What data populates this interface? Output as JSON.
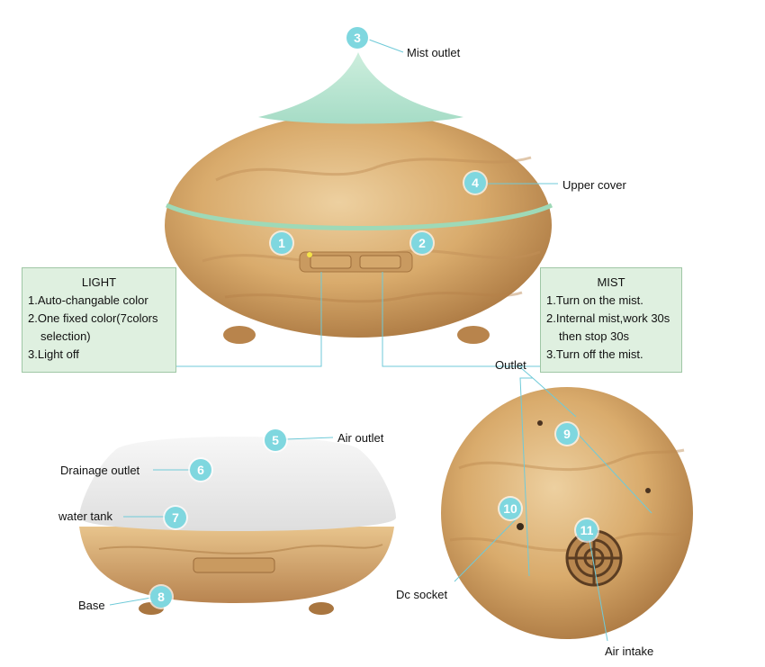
{
  "colors": {
    "callout_badge": "#7fd7df",
    "callout_line": "#6fcad8",
    "panel_fill": "#dff0e0",
    "wood_light": "#e2bc85",
    "wood_dark": "#b9874f"
  },
  "callouts": {
    "n1": "1",
    "n2": "2",
    "n3": "3",
    "n4": "4",
    "n5": "5",
    "n6": "6",
    "n7": "7",
    "n8": "8",
    "n9": "9",
    "n10": "10",
    "n11": "11"
  },
  "labels": {
    "mist_outlet": "Mist outlet",
    "upper_cover": "Upper cover",
    "outlet": "Outlet",
    "air_outlet": "Air outlet",
    "drainage_outlet": "Drainage outlet",
    "water_tank": "water tank",
    "base": "Base",
    "dc_socket": "Dc socket",
    "air_intake": "Air intake"
  },
  "light_panel": {
    "title": "LIGHT",
    "line1": "1.Auto-changable color",
    "line2": "2.One fixed color(7colors",
    "line3": "selection)",
    "line4": "3.Light off"
  },
  "mist_panel": {
    "title": "MIST",
    "line1": "1.Turn on the mist.",
    "line2": "2.Internal mist,work 30s",
    "line3": "then stop 30s",
    "line4": "3.Turn off the mist."
  }
}
